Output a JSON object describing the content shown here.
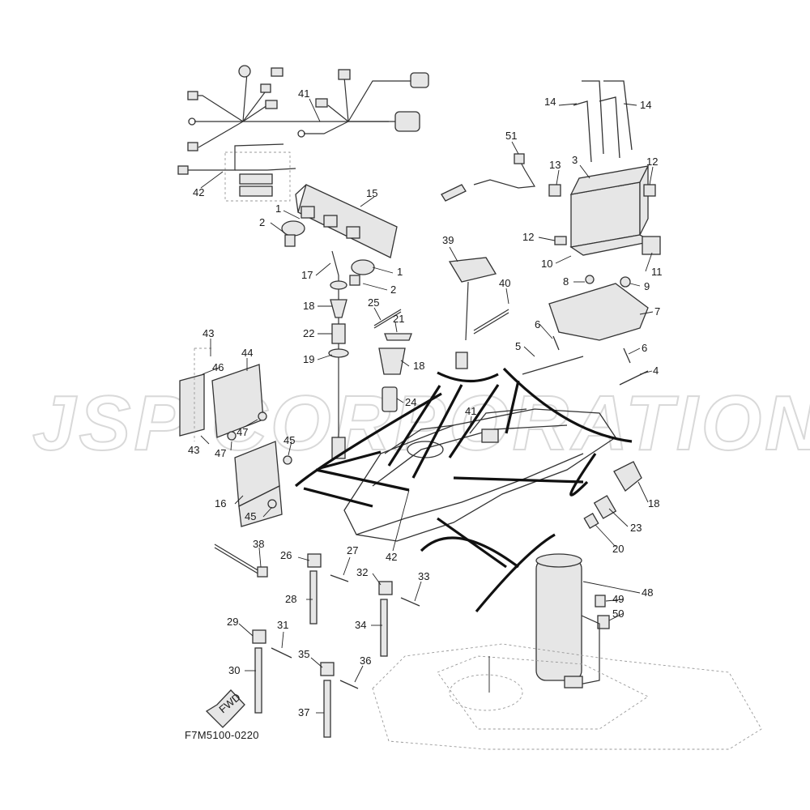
{
  "watermark": "JSP CORPORATION",
  "figure_code": "F7M5100-0220",
  "fwd_label": "FWD",
  "callouts": {
    "c1a": "1",
    "c1b": "1",
    "c2a": "2",
    "c2b": "2",
    "c3": "3",
    "c4": "4",
    "c5": "5",
    "c6a": "6",
    "c6b": "6",
    "c7": "7",
    "c8": "8",
    "c9": "9",
    "c10": "10",
    "c11": "11",
    "c12a": "12",
    "c12b": "12",
    "c13": "13",
    "c14a": "14",
    "c14b": "14",
    "c15": "15",
    "c16": "16",
    "c17": "17",
    "c18a": "18",
    "c18b": "18",
    "c18c": "18",
    "c19": "19",
    "c20": "20",
    "c21": "21",
    "c22": "22",
    "c23": "23",
    "c24": "24",
    "c25": "25",
    "c26": "26",
    "c27": "27",
    "c28": "28",
    "c29": "29",
    "c30": "30",
    "c31": "31",
    "c32": "32",
    "c33": "33",
    "c34": "34",
    "c35": "35",
    "c36": "36",
    "c37": "37",
    "c38": "38",
    "c39": "39",
    "c40": "40",
    "c41a": "41",
    "c41b": "41",
    "c42a": "42",
    "c42b": "42",
    "c43a": "43",
    "c43b": "43",
    "c44": "44",
    "c45a": "45",
    "c45b": "45",
    "c46": "46",
    "c47a": "47",
    "c47b": "47",
    "c48": "48",
    "c49": "49",
    "c50": "50",
    "c51": "51"
  }
}
